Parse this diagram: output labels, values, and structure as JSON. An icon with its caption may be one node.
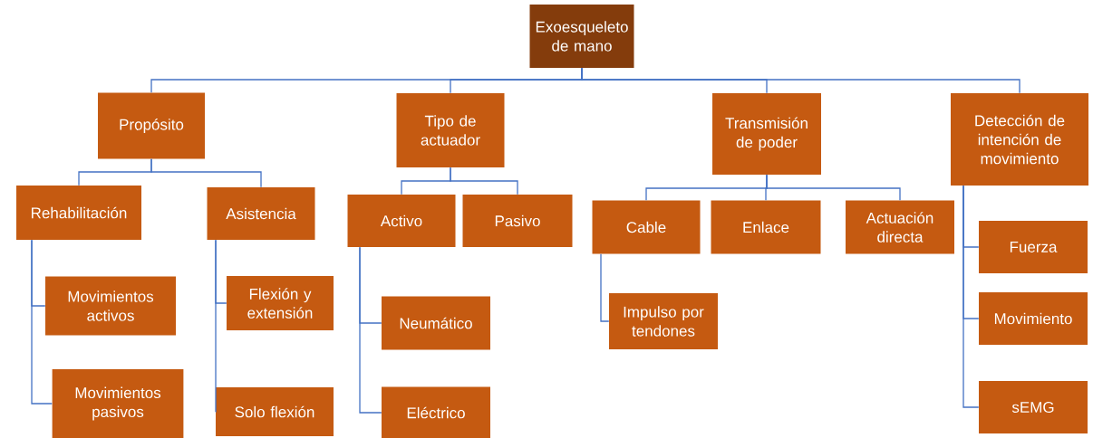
{
  "diagram": {
    "nodes": [
      {
        "text": [
          "Exoesqueleto de mano"
        ]
      },
      {
        "text": [
          "Propósito"
        ]
      },
      {
        "text": [
          "Tipo de actuador"
        ]
      },
      {
        "text": [
          "Transmisión de poder"
        ]
      },
      {
        "text": [
          "Detección de intención de movimiento"
        ]
      },
      {
        "text": [
          "Rehabilitación"
        ]
      },
      {
        "text": [
          "Asistencia"
        ]
      },
      {
        "text": [
          "Movimientos activos"
        ]
      },
      {
        "text": [
          "Movimientos pasivos"
        ]
      },
      {
        "text": [
          "Flexión y extensión"
        ]
      },
      {
        "text": [
          "Solo flexión"
        ]
      },
      {
        "text": [
          "Activo"
        ]
      },
      {
        "text": [
          "Pasivo"
        ]
      },
      {
        "text": [
          "Neumático"
        ]
      },
      {
        "text": [
          "Eléctrico"
        ]
      },
      {
        "text": [
          "Cable"
        ]
      },
      {
        "text": [
          "Enlace"
        ]
      },
      {
        "text": [
          "Actuación directa"
        ]
      },
      {
        "text": [
          "Impulso por tendones"
        ]
      },
      {
        "text": [
          "Fuerza"
        ]
      },
      {
        "text": [
          "Movimiento"
        ]
      },
      {
        "text": [
          "sEMG"
        ]
      }
    ],
    "edges": [
      {
        "from": 0,
        "to": 1,
        "arrow": "none"
      },
      {
        "from": 0,
        "to": 2,
        "arrow": "none"
      },
      {
        "from": 0,
        "to": 3,
        "arrow": "none"
      },
      {
        "from": 0,
        "to": 4,
        "arrow": "none"
      },
      {
        "from": 1,
        "to": 5,
        "arrow": "none"
      },
      {
        "from": 1,
        "to": 6,
        "arrow": "none"
      },
      {
        "from": 5,
        "to": 7,
        "arrow": "none"
      },
      {
        "from": 5,
        "to": 8,
        "arrow": "none"
      },
      {
        "from": 6,
        "to": 9,
        "arrow": "none"
      },
      {
        "from": 6,
        "to": 10,
        "arrow": "none"
      },
      {
        "from": 2,
        "to": 11,
        "arrow": "none"
      },
      {
        "from": 2,
        "to": 12,
        "arrow": "none"
      },
      {
        "from": 11,
        "to": 13,
        "arrow": "none"
      },
      {
        "from": 11,
        "to": 14,
        "arrow": "none"
      },
      {
        "from": 3,
        "to": 15,
        "arrow": "none"
      },
      {
        "from": 3,
        "to": 16,
        "arrow": "none"
      },
      {
        "from": 3,
        "to": 17,
        "arrow": "none"
      },
      {
        "from": 15,
        "to": 18,
        "arrow": "none"
      },
      {
        "from": 4,
        "to": 19,
        "arrow": "none"
      },
      {
        "from": 4,
        "to": 20,
        "arrow": "none"
      },
      {
        "from": 4,
        "to": 21,
        "arrow": "none"
      }
    ]
  }
}
